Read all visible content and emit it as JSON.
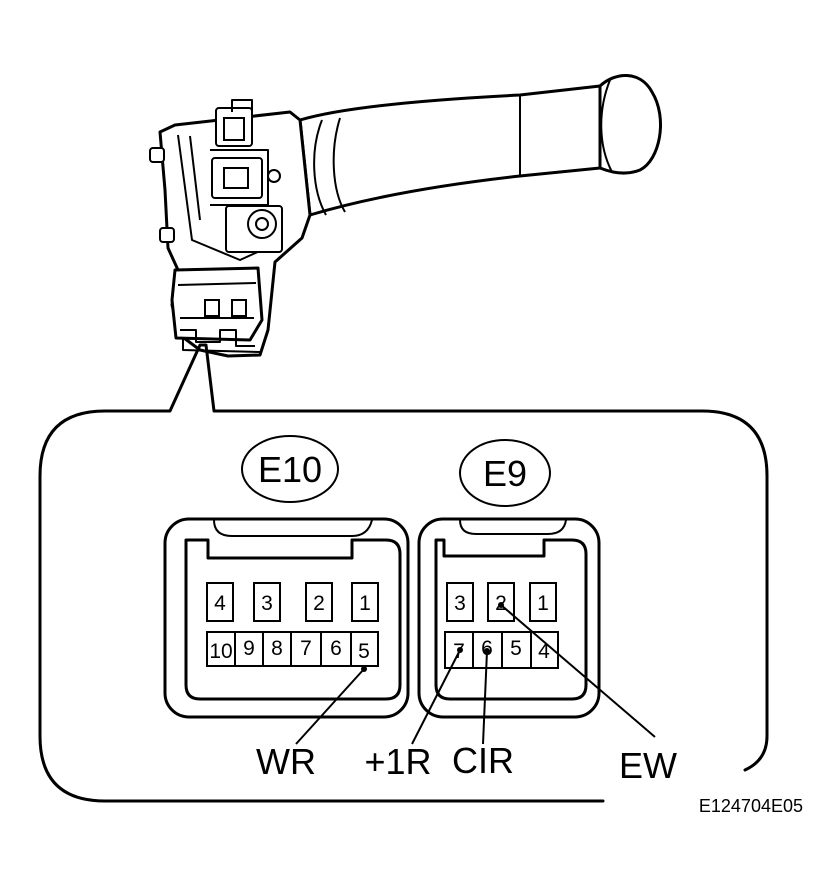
{
  "connectors": [
    {
      "id": "E10",
      "top_row": [
        "4",
        "3",
        "2",
        "1"
      ],
      "bottom_row": [
        "10",
        "9",
        "8",
        "7",
        "6",
        "5"
      ]
    },
    {
      "id": "E9",
      "top_row": [
        "3",
        "2",
        "1"
      ],
      "bottom_row": [
        "7",
        "6",
        "5",
        "4"
      ]
    }
  ],
  "signals": [
    {
      "label": "WR",
      "connector": "E10",
      "pin": "5"
    },
    {
      "label": "+1R",
      "connector": "E9",
      "pin": "7"
    },
    {
      "label": "CIR",
      "connector": "E9",
      "pin": "6"
    },
    {
      "label": "EW",
      "connector": "E9",
      "pin": "2"
    }
  ],
  "reference_code": "E124704E05"
}
